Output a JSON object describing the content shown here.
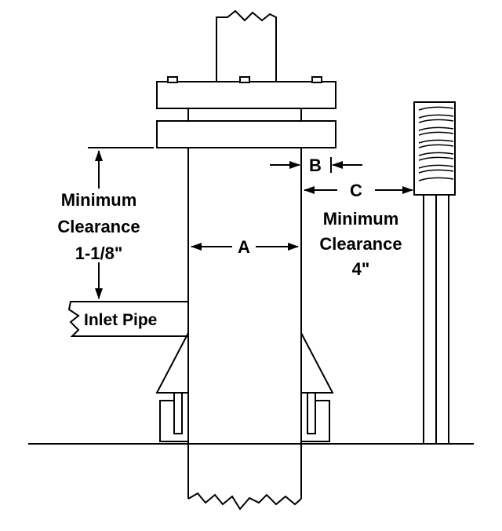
{
  "diagram": {
    "left_clearance": {
      "line1": "Minimum",
      "line2": "Clearance",
      "value": "1-1/8\""
    },
    "dim_a": "A",
    "dim_b": "B",
    "dim_c": "C",
    "right_clearance": {
      "line1": "Minimum",
      "line2": "Clearance",
      "value": "4\""
    },
    "inlet_pipe": "Inlet Pipe"
  },
  "colors": {
    "line": "#000000",
    "background": "#ffffff"
  }
}
